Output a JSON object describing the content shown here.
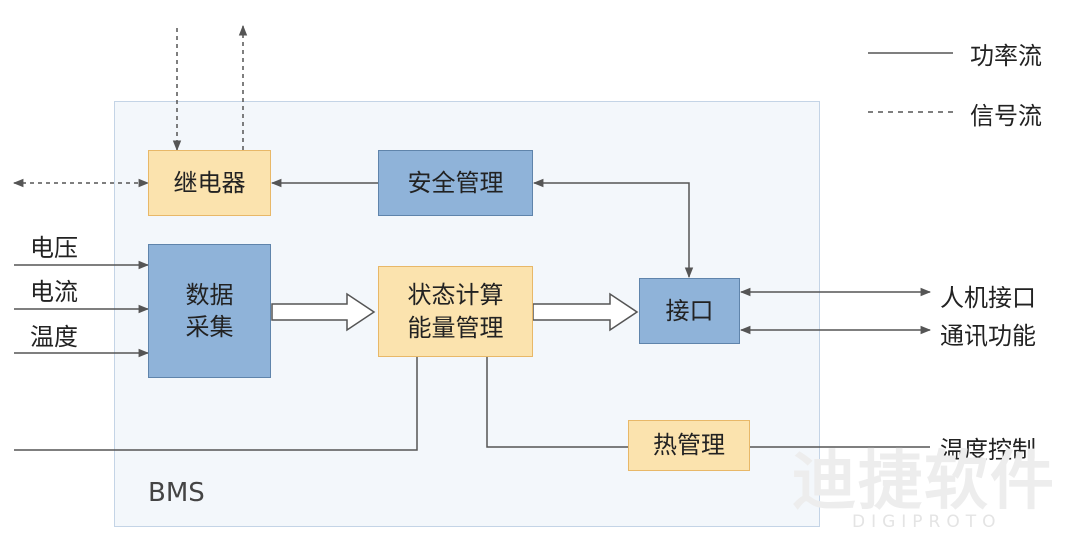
{
  "legend": {
    "power_flow": "功率流",
    "signal_flow": "信号流"
  },
  "bms": {
    "label": "BMS"
  },
  "blocks": {
    "relay": "继电器",
    "safety": "安全管理",
    "acquisition": "数据\n采集",
    "state_calc": "状态计算\n能量管理",
    "interface": "接口",
    "thermal": "热管理"
  },
  "inputs": {
    "voltage": "电压",
    "current": "电流",
    "temperature": "温度"
  },
  "outputs": {
    "hmi": "人机接口",
    "comm": "通讯功能",
    "temp_control": "温度控制"
  },
  "watermark": {
    "main": "迪捷软件",
    "sub": "DIGIPROTO"
  },
  "colors": {
    "block_yellow": "#fbe3ae",
    "block_blue": "#8fb3d9",
    "line": "#555555",
    "frame": "#f3f7fb"
  }
}
